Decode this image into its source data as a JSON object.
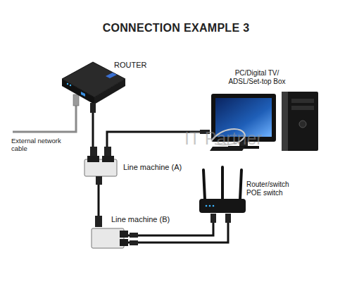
{
  "diagram": {
    "title": "CONNECTION EXAMPLE 3",
    "nodes": [
      {
        "text": [
          "ROUTER"
        ]
      },
      {
        "text": [
          "PC/Digital TV/ ADSL/Set-top Box"
        ]
      },
      {
        "text": [
          "Line machine (A)"
        ]
      },
      {
        "text": [
          "Router/switch POE switch"
        ]
      },
      {
        "text": [
          "Line machine (B)"
        ]
      }
    ],
    "edges": [
      {
        "from": 0,
        "to": 2,
        "arrow": "none"
      },
      {
        "from": 2,
        "to": 1,
        "arrow": "none"
      },
      {
        "from": 2,
        "to": 4,
        "arrow": "none"
      },
      {
        "from": 4,
        "to": 3,
        "arrow": "none"
      },
      {
        "from": 4,
        "to": 3,
        "arrow": "none"
      }
    ],
    "labels": [
      "External network cable",
      "IT Partner"
    ]
  }
}
